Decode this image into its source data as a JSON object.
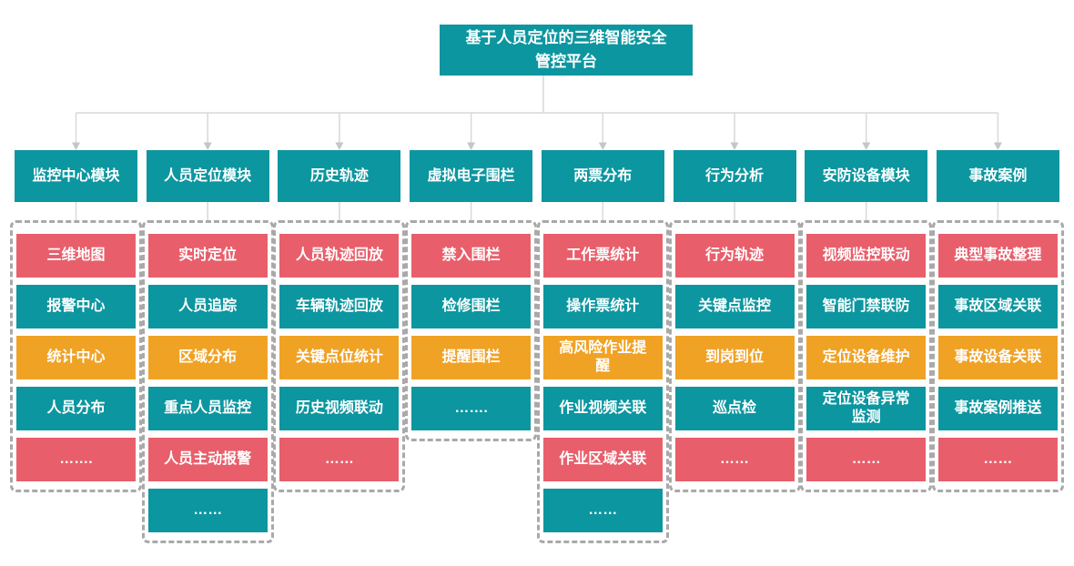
{
  "root": {
    "title": "基于人员定位的三维智能安全管控平台"
  },
  "colors": {
    "teal": "#0C96A0",
    "red": "#E85F6B",
    "orange": "#F0A225",
    "connector_line": "#D9D9D9",
    "arrow": "#C6C6C6",
    "dashed_border": "#A9A9A9",
    "text": "#FFFFFF",
    "background": "#FFFFFF"
  },
  "columns": [
    {
      "header": "监控中心模块",
      "items": [
        {
          "label": "三维地图",
          "color": "red"
        },
        {
          "label": "报警中心",
          "color": "teal"
        },
        {
          "label": "统计中心",
          "color": "orange"
        },
        {
          "label": "人员分布",
          "color": "teal"
        },
        {
          "label": "…….",
          "color": "red"
        }
      ]
    },
    {
      "header": "人员定位模块",
      "items": [
        {
          "label": "实时定位",
          "color": "red"
        },
        {
          "label": "人员追踪",
          "color": "teal"
        },
        {
          "label": "区域分布",
          "color": "orange"
        },
        {
          "label": "重点人员监控",
          "color": "teal"
        },
        {
          "label": "人员主动报警",
          "color": "red"
        },
        {
          "label": "……",
          "color": "teal"
        }
      ]
    },
    {
      "header": "历史轨迹",
      "items": [
        {
          "label": "人员轨迹回放",
          "color": "red"
        },
        {
          "label": "车辆轨迹回放",
          "color": "teal"
        },
        {
          "label": "关键点位统计",
          "color": "orange"
        },
        {
          "label": "历史视频联动",
          "color": "teal"
        },
        {
          "label": "……",
          "color": "red"
        }
      ]
    },
    {
      "header": "虚拟电子围栏",
      "items": [
        {
          "label": "禁入围栏",
          "color": "red"
        },
        {
          "label": "检修围栏",
          "color": "teal"
        },
        {
          "label": "提醒围栏",
          "color": "orange"
        },
        {
          "label": "…….",
          "color": "teal"
        }
      ]
    },
    {
      "header": "两票分布",
      "items": [
        {
          "label": "工作票统计",
          "color": "red"
        },
        {
          "label": "操作票统计",
          "color": "teal"
        },
        {
          "label": "高风险作业提醒",
          "color": "orange"
        },
        {
          "label": "作业视频关联",
          "color": "teal"
        },
        {
          "label": "作业区域关联",
          "color": "red"
        },
        {
          "label": "……",
          "color": "teal"
        }
      ]
    },
    {
      "header": "行为分析",
      "items": [
        {
          "label": "行为轨迹",
          "color": "red"
        },
        {
          "label": "关键点监控",
          "color": "teal"
        },
        {
          "label": "到岗到位",
          "color": "orange"
        },
        {
          "label": "巡点检",
          "color": "teal"
        },
        {
          "label": "……",
          "color": "red"
        }
      ]
    },
    {
      "header": "安防设备模块",
      "items": [
        {
          "label": "视频监控联动",
          "color": "red"
        },
        {
          "label": "智能门禁联防",
          "color": "teal"
        },
        {
          "label": "定位设备维护",
          "color": "orange"
        },
        {
          "label": "定位设备异常监测",
          "color": "teal"
        },
        {
          "label": "……",
          "color": "red"
        }
      ]
    },
    {
      "header": "事故案例",
      "items": [
        {
          "label": "典型事故整理",
          "color": "red"
        },
        {
          "label": "事故区域关联",
          "color": "teal"
        },
        {
          "label": "事故设备关联",
          "color": "orange"
        },
        {
          "label": "事故案例推送",
          "color": "teal"
        },
        {
          "label": "……",
          "color": "red"
        }
      ]
    }
  ]
}
